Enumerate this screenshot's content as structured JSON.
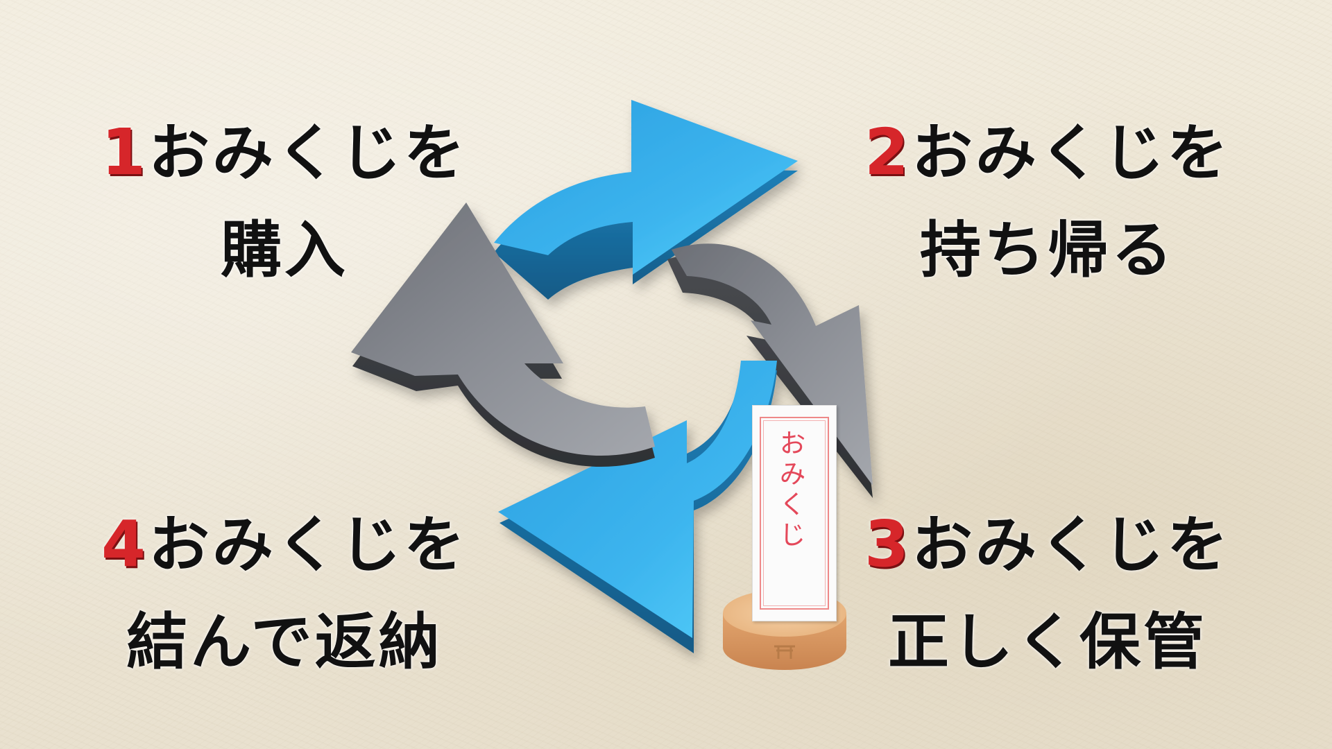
{
  "steps": [
    {
      "number": "1",
      "line1": "おみくじを",
      "line2": "購入"
    },
    {
      "number": "2",
      "line1": "おみくじを",
      "line2": "持ち帰る"
    },
    {
      "number": "3",
      "line1": "おみくじを",
      "line2": "正しく保管"
    },
    {
      "number": "4",
      "line1": "おみくじを",
      "line2": "結んで返納"
    }
  ],
  "omikuji": {
    "slip_text": "おみくじ"
  },
  "colors": {
    "number_red": "#d6262a",
    "arrow_blue": "#3aaee8",
    "arrow_gray": "#7c7f86"
  }
}
